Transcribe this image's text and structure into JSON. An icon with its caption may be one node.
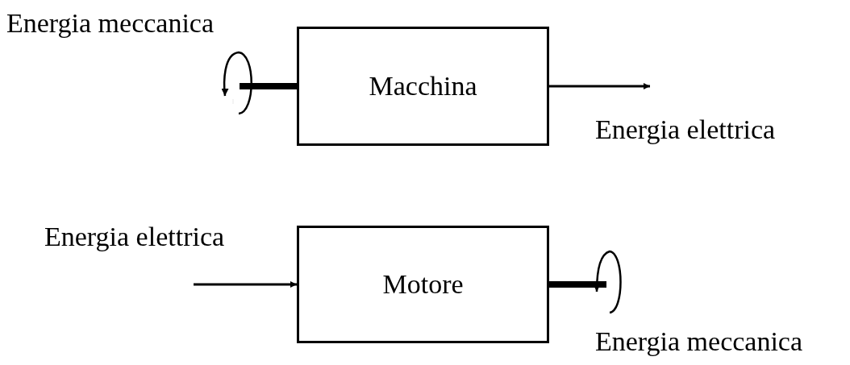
{
  "diagram": {
    "nodes": [
      {
        "text": [
          "Macchina"
        ]
      },
      {
        "text": [
          "Motore"
        ]
      }
    ],
    "edges": [
      {
        "from": null,
        "to": 0,
        "arrow": "none",
        "style": "thick"
      },
      {
        "from": 0,
        "to": null,
        "arrow": "to"
      },
      {
        "from": null,
        "to": 1,
        "arrow": "to"
      },
      {
        "from": 1,
        "to": null,
        "arrow": "none",
        "style": "thick"
      }
    ],
    "labels": [
      "Energia meccanica",
      "Energia elettrica",
      "Energia elettrica",
      "Energia meccanica"
    ]
  }
}
